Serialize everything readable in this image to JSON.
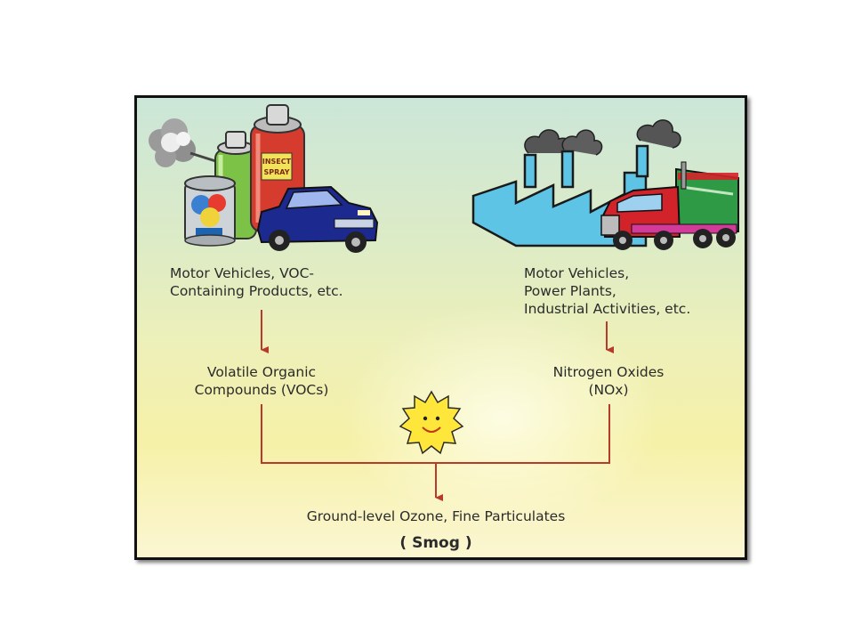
{
  "left_source": {
    "line1": "Motor Vehicles, VOC-",
    "line2": "Containing Products, etc."
  },
  "right_source": {
    "line1": "Motor Vehicles,",
    "line2": "Power Plants,",
    "line3": "Industrial Activities, etc."
  },
  "left_pollutant": {
    "line1": "Volatile Organic",
    "line2": "Compounds (VOCs)"
  },
  "right_pollutant": {
    "line1": "Nitrogen Oxides",
    "line2": "(NOx)"
  },
  "result": {
    "line1": "Ground-level Ozone, Fine Particulates",
    "line2": "( Smog )"
  },
  "spray_can_text": {
    "line1": "INSECT",
    "line2": "SPRAY"
  },
  "colors": {
    "arrow": "#b83a2a",
    "border": "#111111",
    "factory": "#5ec4e6",
    "truck_cab": "#d3232a",
    "trailer": "#2e9a46",
    "car": "#1c2a8f",
    "sun": "#ffe63a"
  }
}
